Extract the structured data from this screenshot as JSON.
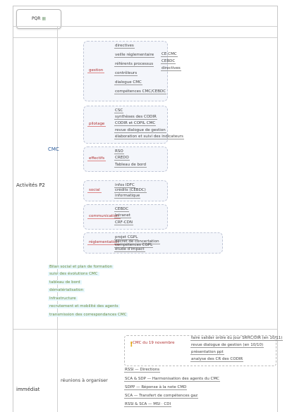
{
  "tab_label": "PQR",
  "rows": {
    "activites": "Activités P2",
    "immediat": "immédiat"
  },
  "cmc": "CMC",
  "sections": [
    {
      "parent": "gestion",
      "leaves": [
        "directives",
        "veille réglementaire",
        "référents processus",
        "contrôleurs",
        "dialogue CMC",
        "compétences CMC/CEBDC"
      ],
      "sub": [
        "CE-CMC",
        "CEBDC",
        "directives"
      ]
    },
    {
      "parent": "pilotage",
      "leaves": [
        "CSC",
        "synthèses des CODIR",
        "CODIR et COPIL CMC",
        "revue dialogue de gestion",
        "élaboration et suivi des indicateurs"
      ]
    },
    {
      "parent": "effectifs",
      "leaves": [
        "RSO",
        "CREDO",
        "Tableau de bord"
      ]
    },
    {
      "parent": "social",
      "leaves": [
        "infos IDFC",
        "crédits (CEBDC)",
        "informatique"
      ]
    },
    {
      "parent": "communication",
      "leaves": [
        "CEBDC",
        "Intranet",
        "CRF-CDN"
      ]
    },
    {
      "parent": "réglementation",
      "leaves": [
        "projet CGPL",
        "décret de concertation",
        "compétences CGPL",
        "étude d'impact"
      ]
    }
  ],
  "green_lines": [
    "Bilan social et plan de formation",
    "suivi des évolutions CMC",
    "tableau de bord",
    "dématérialisation",
    "Infrastructure",
    "recrutement et mobilité des agents",
    "transmission des correspondances CMC"
  ],
  "immediat": {
    "group": "réunions à organiser",
    "alert": "CMC du 19 novembre",
    "alert_items": [
      "faire valider ordre du jour SRHC/DIR (en 10/11)",
      "revue dialogue de gestion (en 10/10)",
      "présentation ppt",
      "analyse des CR des CODIR"
    ],
    "items": [
      "RSSI — Directions",
      "SCA & SDP — Harmonisation des agents du CMC",
      "SDPP — Réponse à la note CMD",
      "SCA — Transfert de compétences gaz",
      "RSSI & SCA — MSI · CDI"
    ]
  }
}
